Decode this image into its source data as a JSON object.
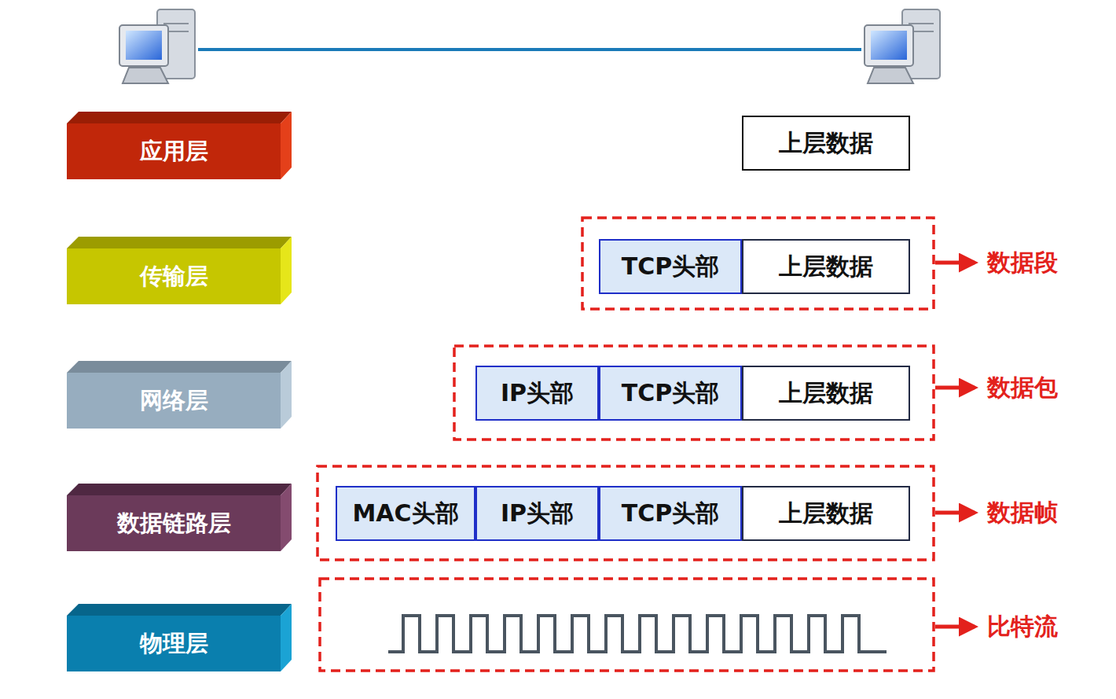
{
  "diagram": {
    "nodes": [
      {
        "text": [
          "应用层"
        ]
      },
      {
        "text": [
          "上层数据"
        ]
      },
      {
        "text": [
          "传输层"
        ]
      },
      {
        "text": [
          "TCP头部"
        ]
      },
      {
        "text": [
          "上层数据"
        ]
      },
      {
        "text": [
          "网络层"
        ]
      },
      {
        "text": [
          "IP头部"
        ]
      },
      {
        "text": [
          "TCP头部"
        ]
      },
      {
        "text": [
          "上层数据"
        ]
      },
      {
        "text": [
          "数据链路层"
        ]
      },
      {
        "text": [
          "MAC头部"
        ]
      },
      {
        "text": [
          "IP头部"
        ]
      },
      {
        "text": [
          "TCP头部"
        ]
      },
      {
        "text": [
          "上层数据"
        ]
      },
      {
        "text": [
          "物理层"
        ]
      }
    ],
    "labels": [
      "数据段",
      "数据包",
      "数据帧",
      "比特流"
    ]
  }
}
